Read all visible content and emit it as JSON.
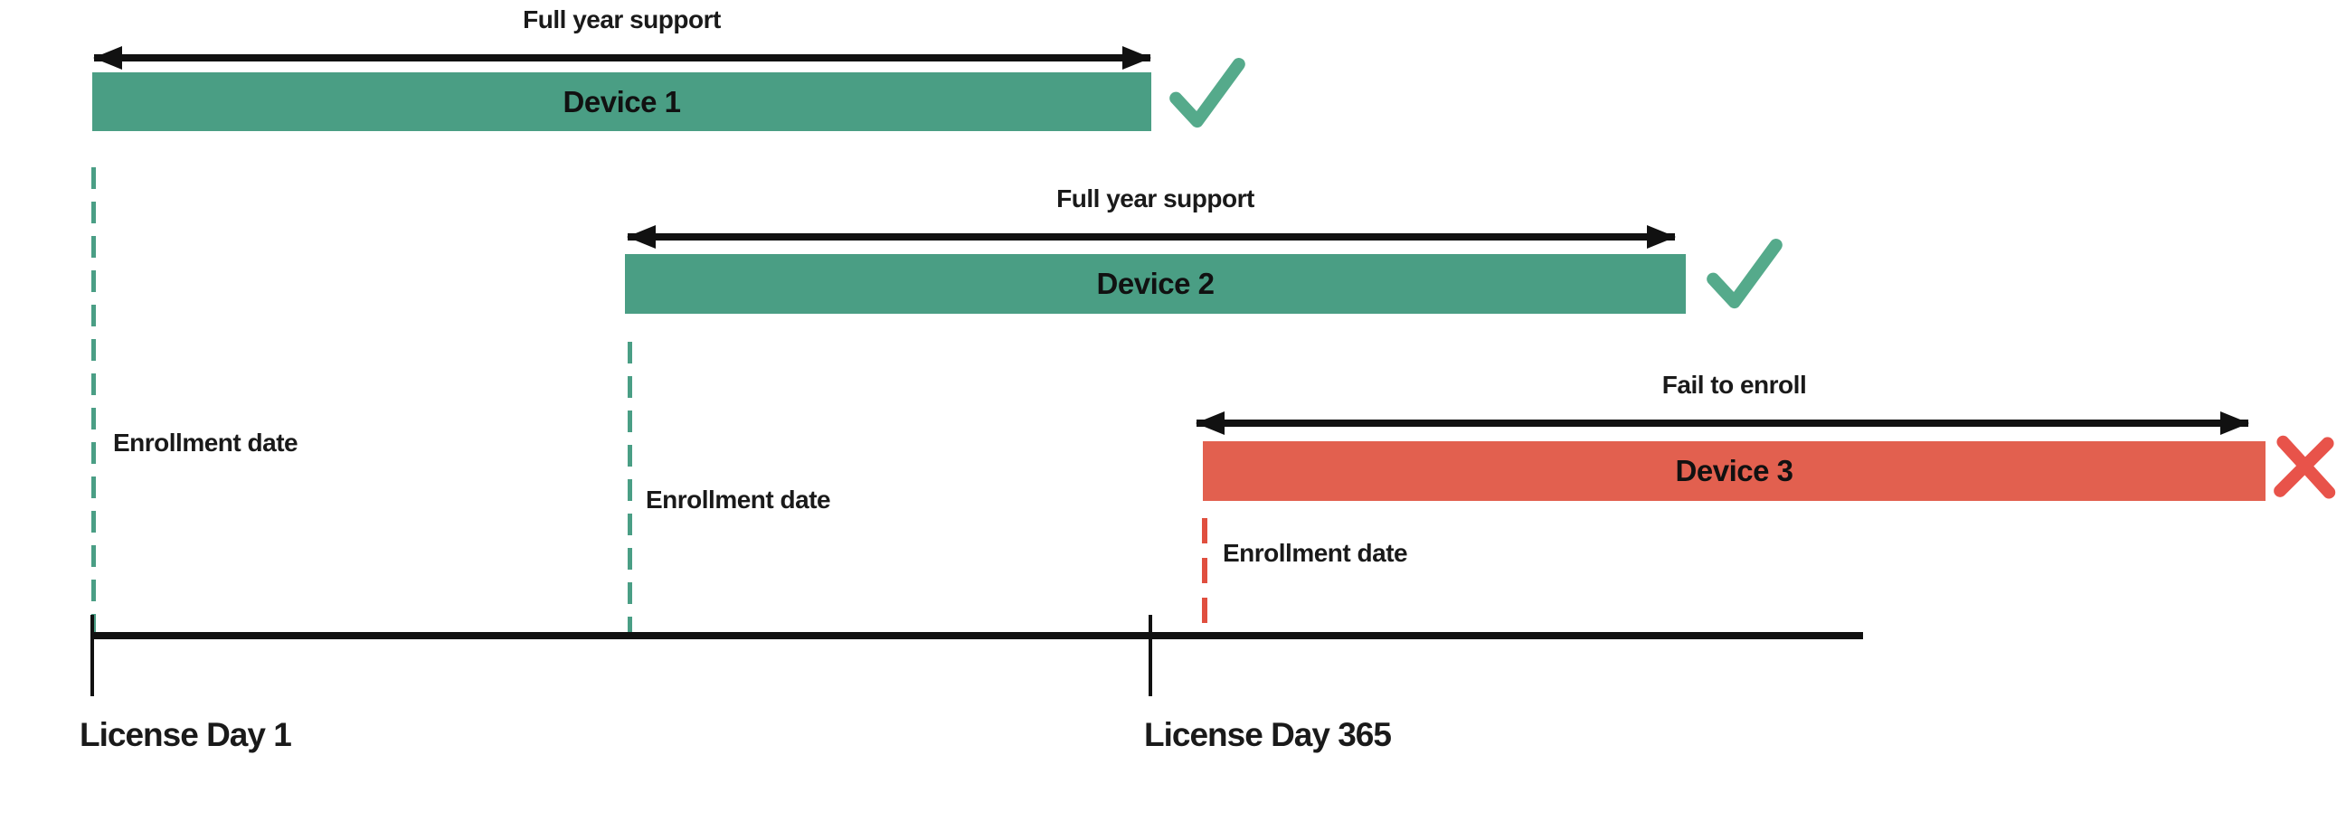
{
  "colors": {
    "green": "#4a9e84",
    "red": "#e2604f",
    "check_green": "#55aa8b",
    "cross_red": "#e8534a",
    "dash_green": "#4a9e85",
    "dash_red": "#e04f3f",
    "line_black": "#111111",
    "text": "#1a1a1a"
  },
  "devices": [
    {
      "name": "Device 1",
      "support_label": "Full year support",
      "enrollment_label": "Enrollment date",
      "status": "success",
      "status_icon": "check-icon"
    },
    {
      "name": "Device 2",
      "support_label": "Full year support",
      "enrollment_label": "Enrollment date",
      "status": "success",
      "status_icon": "check-icon"
    },
    {
      "name": "Device 3",
      "support_label": "Fail to enroll",
      "enrollment_label": "Enrollment date",
      "status": "fail",
      "status_icon": "cross-icon"
    }
  ],
  "timeline": {
    "start_label": "License Day 1",
    "end_label": "License Day 365"
  }
}
